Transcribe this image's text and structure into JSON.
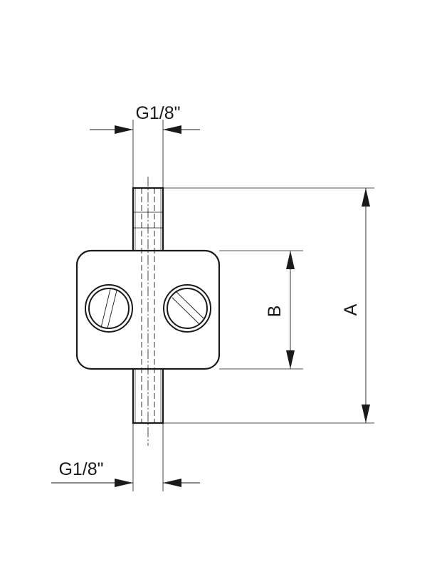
{
  "labels": {
    "thread_top": "G1/8\"",
    "thread_bottom": "G1/8\"",
    "dim_a": "A",
    "dim_b": "B"
  },
  "colors": {
    "line": "#1a1a1a",
    "background": "#ffffff"
  }
}
